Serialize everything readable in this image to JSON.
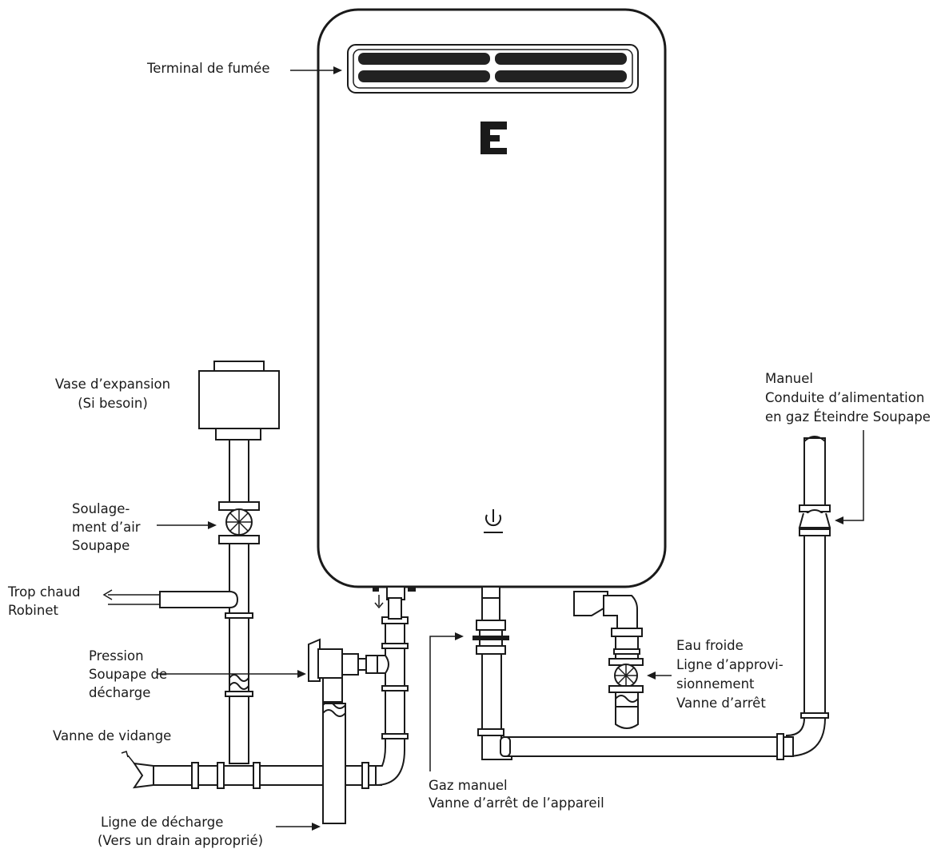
{
  "labels": {
    "flue_terminal": "Terminal de fumée",
    "expansion_tank_1": "Vase d’expansion",
    "expansion_tank_2": "(Si besoin)",
    "air_relief_1": "Soulage-",
    "air_relief_2": "ment d’air",
    "air_relief_3": "Soupape",
    "hot_faucet_1": "Trop chaud",
    "hot_faucet_2": "Robinet",
    "pressure_relief_1": "Pression",
    "pressure_relief_2": "Soupape de",
    "pressure_relief_3": "décharge",
    "drain_valve": "Vanne de vidange",
    "discharge_line_1": "Ligne de décharge",
    "discharge_line_2": "(Vers un drain approprié)",
    "gas_valve_1": "Gaz manuel",
    "gas_valve_2": "Vanne d’arrêt de l’appareil",
    "cold_water_1": "Eau froide",
    "cold_water_2": "Ligne d’approvi-",
    "cold_water_3": "sionnement",
    "cold_water_4": "Vanne d’arrêt",
    "gas_supply_1": "Manuel",
    "gas_supply_2": "Conduite d’alimentation",
    "gas_supply_3": "en gaz Éteindre Soupape"
  },
  "icons": {
    "brand": "brand-logo-icon",
    "power": "power-icon"
  }
}
